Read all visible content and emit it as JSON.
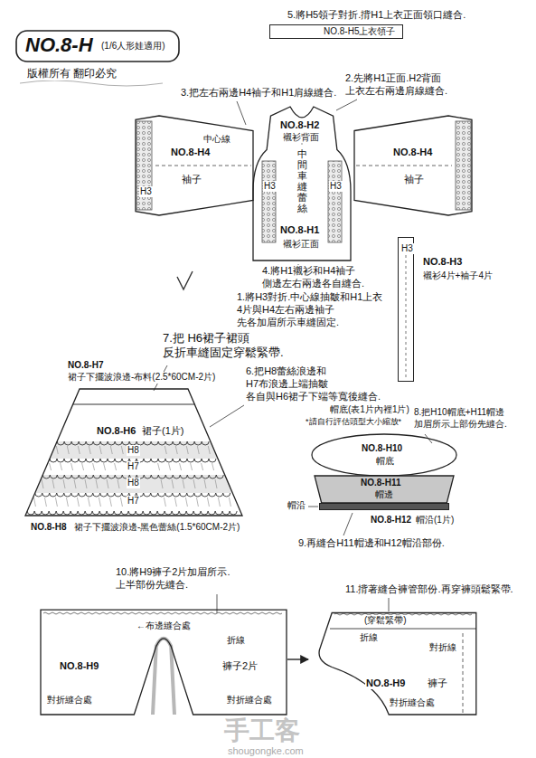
{
  "diagram": {
    "title": "NO.8-H",
    "nodes": [
      {
        "text": [
          "NO.8-H5上衣領子"
        ]
      },
      {
        "text": [
          "NO.8-H4",
          "袖子",
          "中心線",
          "H3"
        ]
      },
      {
        "text": [
          "NO.8-H2",
          "襯衫背面",
          "中間車縫蕾絲",
          "H3",
          "H3",
          "NO.8-H1",
          "襯衫正面"
        ]
      },
      {
        "text": [
          "NO.8-H4",
          "袖子"
        ]
      },
      {
        "text": [
          "H3",
          "NO.8-H3",
          "襯衫4片+袖子4片"
        ]
      },
      {
        "text": [
          "NO.8-H6",
          "裙子(1片)",
          "H8",
          "H7",
          "H8",
          "H7"
        ]
      },
      {
        "text": [
          "NO.8-H10",
          "帽底"
        ]
      },
      {
        "text": [
          "NO.8-H11",
          "帽邊"
        ]
      },
      {
        "text": [
          "NO.8-H12",
          "帽沿(1片)"
        ]
      },
      {
        "text": [
          "←布邊縫合處",
          "折線",
          "NO.8-H9",
          "褲子2片",
          "對折縫合處",
          "對折縫合處"
        ]
      },
      {
        "text": [
          "(穿鬆緊帶)",
          "折線",
          "對折線",
          "NO.8-H9",
          "褲子",
          "對折縫合處"
        ]
      }
    ],
    "edges": [
      {
        "from": 9,
        "to": 10,
        "arrow": "to"
      }
    ],
    "labels": [
      "(1/6人形娃適用)",
      "版權所有 翻印必究",
      "5.將H5領子對折.揹H1上衣正面領口縫合.",
      "3.把左右兩邊H4袖子和H1肩線縫合.",
      "2.先將H1正面.H2背面 上衣左右兩邊肩線縫合.",
      "4.將H1襯衫和H4袖子 側邊左右兩邊各自縫合.",
      "1.將H3對折.中心線抽皺和H1上衣 4片與H4左右兩邊袖子 先各加眉所示車縫固定.",
      "7.把 H6裙子裙頭 反折車縫固定穿鬆緊帶.",
      "NO.8-H7",
      "裙子下擺波浪邊-布料(2.5*60CM-2片)",
      "6.把H8蕾絲浪邊和 H7布浪邊上端抽皺 各自與H6裙子下端等寬後縫合.",
      "帽底(表1片內裡1片)",
      "*請自行評估頭型大小縮放*",
      "8.把H10帽底+H11帽邊 加眉所示上部份先縫合.",
      "帽沿",
      "NO.8-H8",
      "裙子下擺波浪邊-黑色蕾絲(1.5*60CM-2片)",
      "9.再縫合H11帽邊和H12帽沿部份.",
      "10.將H9褲子2片加眉所示. 上半部份先縫合.",
      "11.揹著縫合褲管部份.再穿褲頭鬆緊帶.",
      "手工客",
      "shougongke.com"
    ]
  }
}
